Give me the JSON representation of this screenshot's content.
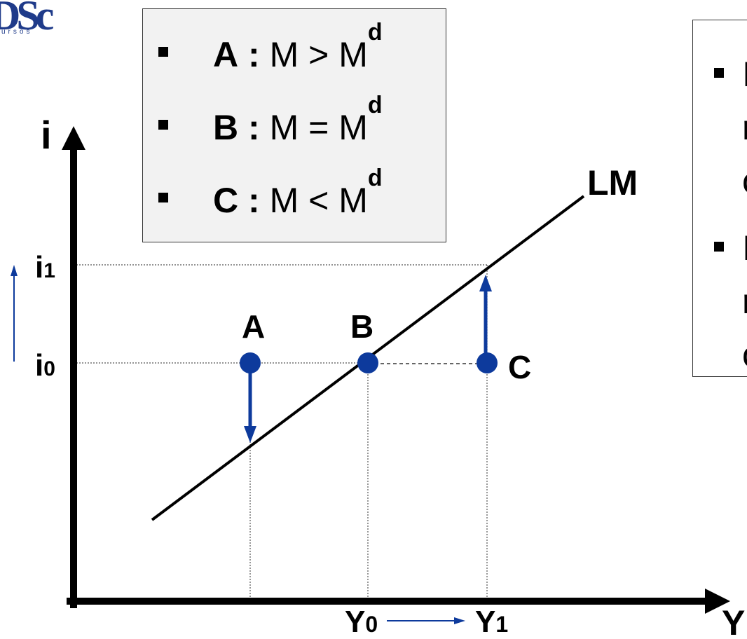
{
  "logo": {
    "text": "DSc",
    "subtitle": "ursos"
  },
  "legend": [
    {
      "point": "A",
      "sep": ":",
      "relation": "M > M",
      "sup": "d"
    },
    {
      "point": "B",
      "sep": ":",
      "relation": "M = M",
      "sup": "d"
    },
    {
      "point": "C",
      "sep": ":",
      "relation": "M < M",
      "sup": "d"
    }
  ],
  "axes": {
    "y_label": "i",
    "x_label": "Y"
  },
  "curve": {
    "label": "LM"
  },
  "levels": {
    "i1": {
      "main": "i",
      "sub": "1"
    },
    "i0": {
      "main": "i",
      "sub": "0"
    },
    "y0": {
      "main": "Y",
      "sub": "0"
    },
    "y1": {
      "main": "Y",
      "sub": "1"
    }
  },
  "points": {
    "a": "A",
    "b": "B",
    "c": "C"
  },
  "side_box": {
    "fragments": [
      "I",
      "r",
      "c",
      "I",
      "r",
      "c"
    ]
  },
  "colors": {
    "accent": "#0d3a9c",
    "line": "#000000"
  }
}
